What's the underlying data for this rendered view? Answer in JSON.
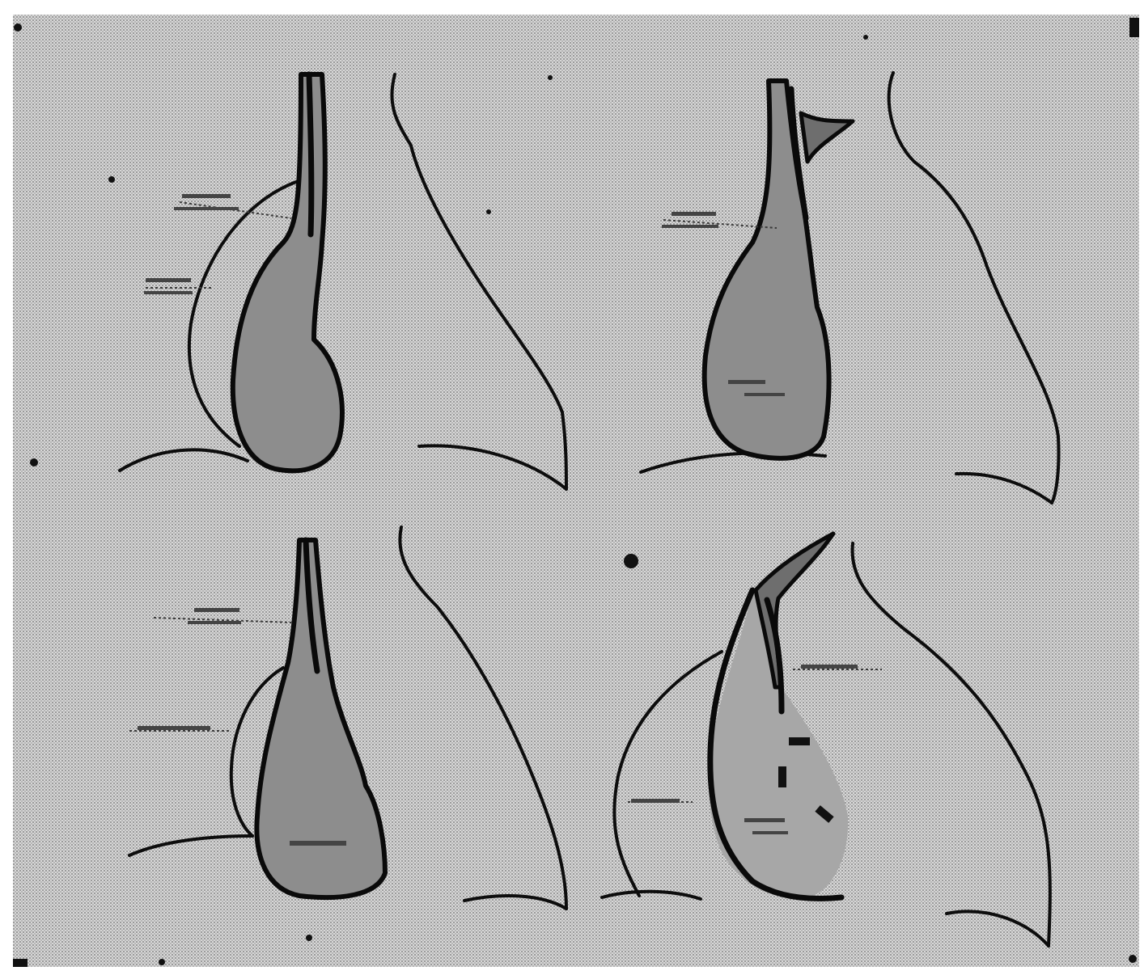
{
  "figure": {
    "panels": [
      {
        "id": "top-left",
        "labels": []
      },
      {
        "id": "top-right",
        "labels": []
      },
      {
        "id": "bottom-left",
        "labels": []
      },
      {
        "id": "bottom-right",
        "labels": []
      }
    ]
  },
  "colors": {
    "paper": "#cfcfcf",
    "ink": "#0d0d0d",
    "organ_fill": "#8d8d8d"
  }
}
